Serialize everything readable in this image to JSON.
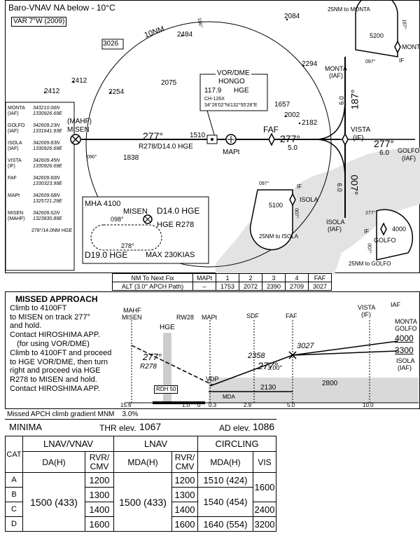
{
  "header": {
    "baro_note": "Baro-VNAV NA below - 10°C",
    "var": "VAR 7°W (2009)"
  },
  "plan": {
    "msa_label": "3026",
    "ring_label": "10NM",
    "ring_radial": "186°",
    "elevations": [
      "2084",
      "2484",
      "2294",
      "2412",
      "2412",
      "2254",
      "2075",
      "1657",
      "2002",
      "2182",
      "1510",
      "1838"
    ],
    "montaiaf": {
      "name": "MONTA",
      "role": "(IAF)",
      "hold_alt": "5200",
      "hold_in": "097°",
      "hold_out": "187°",
      "dist": "25NM to MONTA",
      "course": "187°",
      "course_dist": "6.0"
    },
    "vordme": {
      "title": "VOR/DME",
      "name": "HONGO",
      "freq": "117.9",
      "ident": "HGE",
      "ch": "CH-126X",
      "coords": "34°26'02\"N/132°55'26\"E"
    },
    "faf": "FAF",
    "final_course": "277°",
    "final_dist": "5.0",
    "mapt": "MAPt",
    "misen": {
      "name": "MISEN",
      "role": "(MAHF)"
    },
    "misen_label": "R278/D14.0 HGE",
    "misen_course": "277°",
    "small_course": "090°",
    "vista": {
      "name": "VISTA",
      "role": "(IF)"
    },
    "golfo_course": "277°",
    "golfo_dist": "6.0",
    "golfo": {
      "name": "GOLFO",
      "role": "(IAF)",
      "hold_alt": "4000",
      "hold_in": "277°",
      "hold_out": "007°",
      "dist": "25NM to GOLFO"
    },
    "isola": {
      "name": "ISOLA",
      "role": "(IAF)",
      "hold_alt": "5100",
      "hold_in": "097°",
      "hold_out": "007°",
      "dist": "25NM to ISOLA",
      "course": "007°",
      "course_dist": "6.0"
    },
    "if_label": "IF",
    "coords_list": [
      {
        "name": "MONTA",
        "role": "(IAF)",
        "lat": "343210.06N",
        "lon": "1330926.69E"
      },
      {
        "name": "GOLFO",
        "role": "(IAF)",
        "lat": "342609.23N",
        "lon": "1331641.93E"
      },
      {
        "name": "ISOLA",
        "role": "(IAF)",
        "lat": "342009.83N",
        "lon": "1330926.69E"
      },
      {
        "name": "VISTA",
        "role": "(IF)",
        "lat": "342609.45N",
        "lon": "1330926.69E"
      },
      {
        "name": "FAF",
        "role": "",
        "lat": "342609.60N",
        "lon": "1330323.99E"
      },
      {
        "name": "MAPt",
        "role": "",
        "lat": "342609.68N",
        "lon": "1325721.29E"
      },
      {
        "name": "MISEN",
        "role": "(MAHF)",
        "lat": "342609.62N",
        "lon": "1323830.89E"
      }
    ],
    "coords_note": "278°/14.0NM HGE",
    "hold_box": {
      "mha": "MHA 4100",
      "fix": "MISEN",
      "fix_dme": "D14.0 HGE",
      "radial": "HGE R278",
      "in": "098°",
      "out": "278°",
      "d19": "D19.0 HGE",
      "max": "MAX 230KIAS"
    }
  },
  "alt_table": {
    "row1_label": "NM To Next Fix",
    "row2_label": "ALT (3.0° APCH Path)",
    "fixes": [
      "MAPt",
      "1",
      "2",
      "3",
      "4",
      "FAF"
    ],
    "alts": [
      "–",
      "1753",
      "2072",
      "2390",
      "2709",
      "3027"
    ]
  },
  "missed": {
    "title": "MISSED APPROACH",
    "lines": [
      "Climb to 4100FT",
      "to MISEN on track 277°",
      "and hold.",
      "Contact HIROSHIMA APP.",
      "(for using VOR/DME)",
      "Climb to 4100FT and proceed",
      "to HGE VOR/DME, then turn",
      "right and  proceed via HGE",
      "R278 to MISEN and hold.",
      "Contact HIROSHIMA APP."
    ]
  },
  "profile": {
    "labels": {
      "mahf": "MAHF",
      "misen": "MISEN",
      "hge": "HGE",
      "rw28": "RW28",
      "mapt": "MAPt",
      "sdf": "SDF",
      "faf": "FAF",
      "vista": "VISTA",
      "vista_role": "(IF)",
      "iaf": "IAF",
      "monta": "MONTA",
      "golfo": "GOLFO",
      "isola": "ISOLA",
      "isola_role": "(IAF)"
    },
    "alts": {
      "a4000": "4000",
      "a3300": "3300",
      "a3027": "3027",
      "a2358": "2358",
      "a2800": "2800",
      "a2130": "2130",
      "mda": "MDA",
      "vdp": "VDP",
      "rdh": "RDH 50"
    },
    "track": "277°",
    "radial": "R278",
    "angle": "3.00°",
    "angle_track": "277°",
    "dists": [
      "15.6",
      "1.0",
      "0",
      "0.3",
      "2.9",
      "5.0",
      "10.0"
    ]
  },
  "gradient": "Missed APCH climb gradient MNM    3.0%",
  "minima": {
    "title": "MINIMA",
    "thr_label": "THR elev.",
    "thr": "1067",
    "ad_label": "AD elev.",
    "ad": "1086",
    "cat": "CAT",
    "lnav_vnav": "LNAV/VNAV",
    "lnav": "LNAV",
    "circling": "CIRCLING",
    "da": "DA(H)",
    "mda": "MDA(H)",
    "rvr": "RVR/",
    "cmv": "CMV",
    "vis": "VIS",
    "cats": [
      "A",
      "B",
      "C",
      "D"
    ],
    "lnav_vnav_dah": "1500 (433)",
    "lnav_mdah": "1500 (433)",
    "rvr_values": [
      "1200",
      "1300",
      "1400",
      "1600"
    ],
    "rvr2_values": [
      "1200",
      "1300",
      "1400",
      "1600"
    ],
    "circ_mda": [
      "1510 (424)",
      "1540 (454)",
      "1640 (554)"
    ],
    "circ_vis": [
      "1600",
      "2400",
      "3200"
    ]
  }
}
